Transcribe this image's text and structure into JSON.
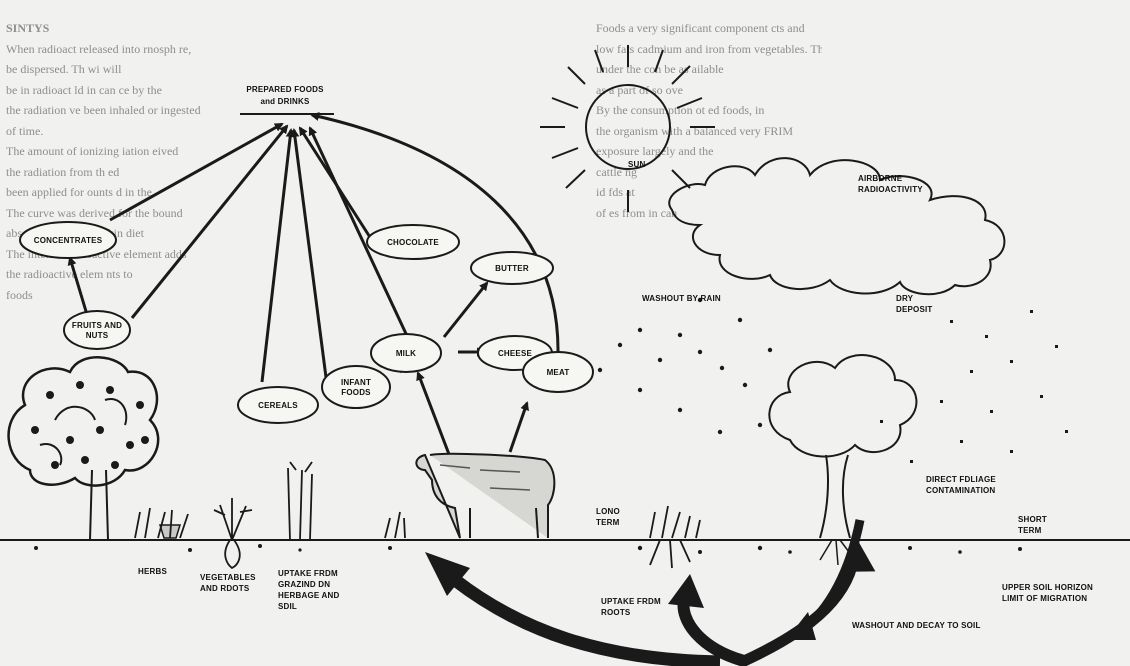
{
  "nodes": {
    "prepared": [
      "PREPARED FOODS",
      "and DRINKS"
    ],
    "concentrates": "CONCENTRATES",
    "fruits": [
      "FRUITS AND",
      "NUTS"
    ],
    "chocolate": "CHOCOLATE",
    "butter": "BUTTER",
    "milk": "MILK",
    "cheese": "CHEESE",
    "infant": [
      "INFANT",
      "FOODS"
    ],
    "cereals": "CEREALS",
    "meat": "MEAT"
  },
  "labels": {
    "sun": "SUN",
    "airborne": [
      "AIRBORNE",
      "RADIOACTIVITY"
    ],
    "washout_rain": "WASHOUT BY RAIN",
    "dry_deposit": [
      "DRY",
      "DEPOSIT"
    ],
    "foliage": [
      "DIRECT FDLIAGE",
      "CONTAMINATION"
    ],
    "long_term": [
      "LONO",
      "TERM"
    ],
    "short_term": [
      "SHORT",
      "TERM"
    ],
    "herbs": "HERBS",
    "vegetables": [
      "VEGETABLES",
      "AND RDOTS"
    ],
    "uptake_grazing": [
      "UPTAKE FRDM",
      "GRAZIND DN",
      "HERBAGE AND",
      "SDIL"
    ],
    "uptake_roots": [
      "UPTAKE FRDM",
      "ROOTS"
    ],
    "upper_soil": [
      "UPPER SOIL HORIZON",
      "LIMIT OF MIGRATION"
    ],
    "washout_decay": "WASHOUT AND DECAY TO SOIL"
  },
  "background_text": {
    "left_heading": "SINTYS",
    "left_lines": [
      "When radioact   released into   rnosph  re,",
      "be dispersed.  Th          wi          will",
      "be in radioact    ld in  can     ce by the",
      "the radiation    ve been inhaled or ingested",
      "of time.",
      "The amount of ionizing        iation      eived",
      "the radiation from   th         ed",
      "been applied for    ounts        d in the",
      "The curve was derived for  the    bound",
      "absorbed across the skin     diet",
      "The internal  radioactive   element     adds",
      "the radioactive   elem         nts to",
      "foods"
    ],
    "right_lines": [
      "Foods a very significant component       cts and",
      "low fats cadmium and iron from vegetables.  They are",
      "under the         con be          as       ailable",
      "as a part of so          ove",
      "By the consumption     ot         ed foods, in",
      "the organism with a balanced     very      FRIM",
      "exposure      largely        and       the",
      "cattle                        ng",
      "          id           fds             at",
      "  of     es            from    in        can"
    ]
  }
}
